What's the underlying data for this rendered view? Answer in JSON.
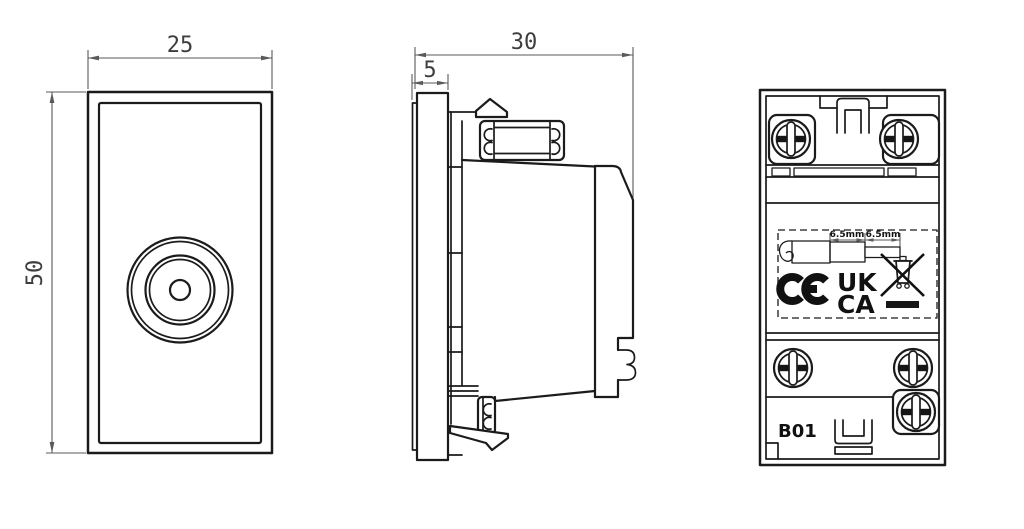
{
  "drawing": {
    "background": "#ffffff",
    "line_color": "#1b1b1b",
    "dimension_color": "#5a5a5a"
  },
  "front_view": {
    "width_mm": "25",
    "height_mm": "50"
  },
  "side_view": {
    "depth_mm": "30",
    "faceplate_mm": "5"
  },
  "back_view": {
    "model_code": "B01",
    "compliance_label": {
      "strip_left": "6.5mm",
      "strip_right": "6.5mm",
      "ukca_top": "UK",
      "ukca_bottom": "CA"
    }
  },
  "icons": {
    "ce_mark": "CE-conformity-mark",
    "ukca_mark": "UKCA-conformity-mark",
    "weee": "crossed-out-wheelie-bin",
    "screw": "slotted-screw-head"
  }
}
